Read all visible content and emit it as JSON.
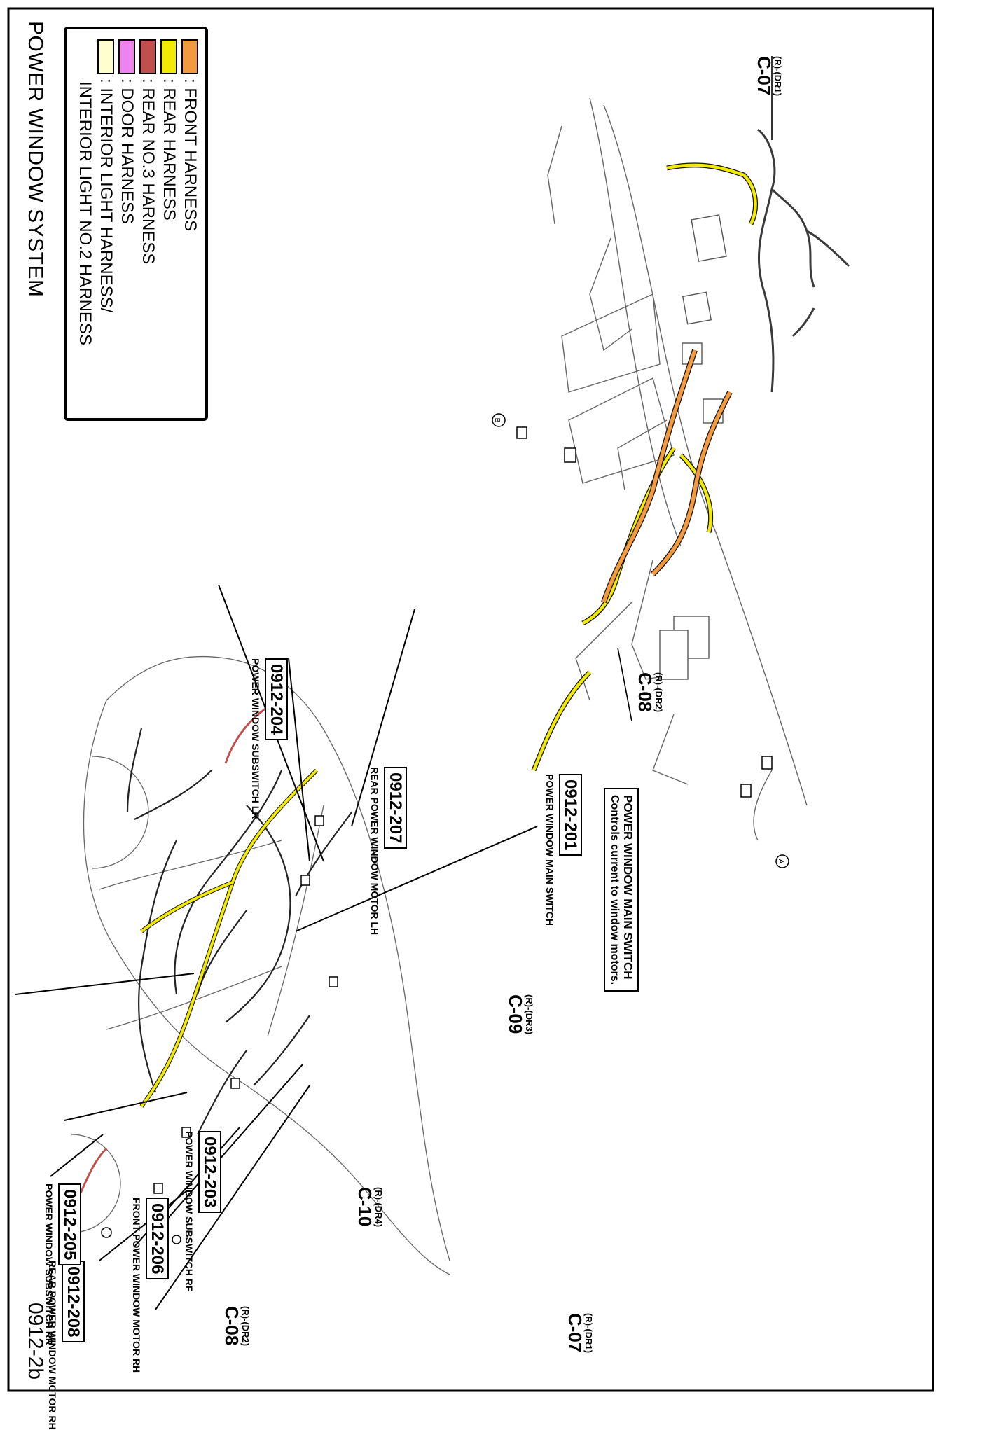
{
  "page": {
    "title": "POWER WINDOW SYSTEM",
    "page_number": "0912-2b"
  },
  "legend": {
    "items": [
      {
        "label": ": FRONT HARNESS",
        "color": "#f39a3e"
      },
      {
        "label": ": REAR HARNESS",
        "color": "#f2ea00"
      },
      {
        "label": ": REAR NO.3 HARNESS",
        "color": "#c0504d"
      },
      {
        "label": ": DOOR HARNESS",
        "color": "#ee82ee"
      },
      {
        "label": ": INTERIOR LIGHT HARNESS/",
        "color": "#ffffcc"
      }
    ],
    "continuation": "INTERIOR LIGHT NO.2 HARNESS"
  },
  "detail_connectors": {
    "c07": {
      "code": "(R)-(DR1)",
      "name": "C-07",
      "marker": "A"
    },
    "c08": {
      "code": "(R)-(DR2)",
      "name": "C-08",
      "marker": "B"
    }
  },
  "callout": {
    "heading": "POWER WINDOW MAIN SWITCH",
    "body": "Controls current to window motors."
  },
  "references": [
    {
      "id": "0912-201",
      "desc": "POWER WINDOW MAIN SWITCH"
    },
    {
      "id": "0912-204",
      "desc": "POWER WINDOW SUBSWITCH LR"
    },
    {
      "id": "0912-207",
      "desc": "REAR POWER WINDOW MOTOR LH"
    },
    {
      "id": "0912-208",
      "desc": "REAR POWER WINDOW MOTOR RH"
    },
    {
      "id": "0912-205",
      "desc": "POWER WINDOW SUBSWITCH RR"
    },
    {
      "id": "0912-206",
      "desc": "FRONT POWER WINDOW MOTOR RH"
    },
    {
      "id": "0912-203",
      "desc": "POWER WINDOW SUBSWITCH RF"
    }
  ],
  "car_connectors": [
    {
      "code": "(R)-(DR3)",
      "name": "C-09"
    },
    {
      "code": "(R)-(DR1)",
      "name": "C-07"
    },
    {
      "code": "(R)-(DR4)",
      "name": "C-10"
    },
    {
      "code": "(R)-(DR2)",
      "name": "C-08"
    }
  ]
}
